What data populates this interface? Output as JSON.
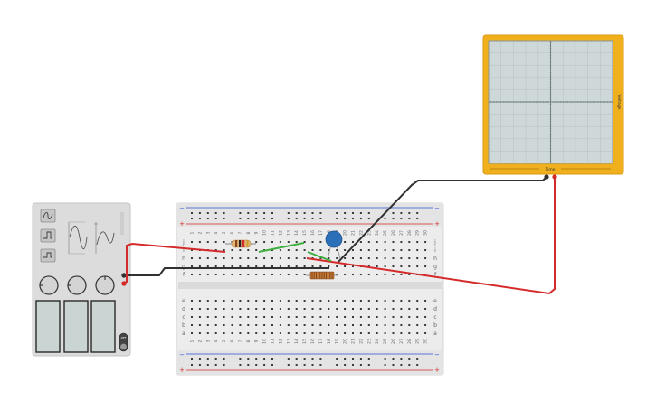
{
  "oscilloscope": {
    "y_axis_label": "Voltage",
    "x_axis_label": "Time",
    "frame_color": "#f0b01e",
    "screen_color": "#cfd8d8"
  },
  "function_generator": {
    "waveforms": [
      "sine-icon",
      "square-icon",
      "sawtooth-icon"
    ],
    "power_label": "OFF",
    "body_color": "#dcdcdc"
  },
  "breadboard": {
    "top_rail_labels": [
      "−",
      "+"
    ],
    "bottom_rail_labels": [
      "−",
      "+"
    ],
    "row_labels_top": [
      "j",
      "i",
      "h",
      "g",
      "f"
    ],
    "row_labels_bottom": [
      "e",
      "d",
      "c",
      "b",
      "a"
    ],
    "column_numbers": [
      "1",
      "2",
      "3",
      "4",
      "5",
      "6",
      "7",
      "8",
      "9",
      "10",
      "11",
      "12",
      "13",
      "14",
      "15",
      "16",
      "17",
      "18",
      "19",
      "20",
      "21",
      "22",
      "23",
      "24",
      "25",
      "26",
      "27",
      "28",
      "29",
      "30"
    ]
  },
  "components": {
    "resistor": "resistor",
    "capacitor": "ceramic-capacitor",
    "inductor": "inductor"
  },
  "colors": {
    "wire_red": "#d42a2a",
    "wire_black": "#303030",
    "wire_green": "#3fb03f",
    "capacitor_blue": "#2a6fb8"
  }
}
